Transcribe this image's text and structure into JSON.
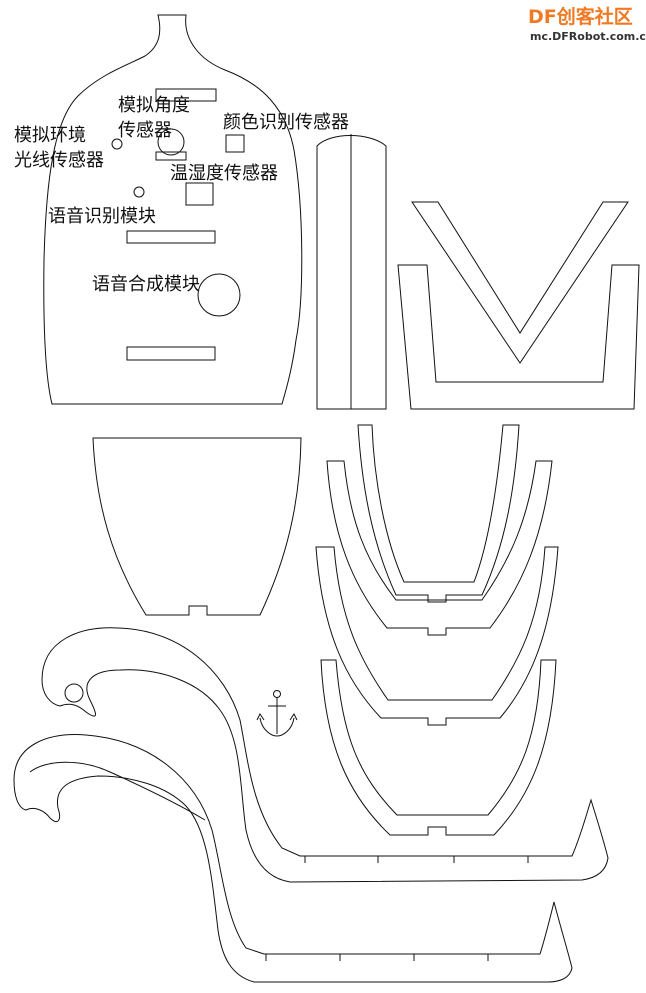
{
  "watermark": {
    "brand_df": "DF",
    "brand_cn": "创客社区",
    "url": "mc.DFRobot.com.cn"
  },
  "labels": {
    "angle_sensor_line1": "模拟角度",
    "angle_sensor_line2": "传感器",
    "ambient_light_line1": "模拟环境",
    "ambient_light_line2": "光线传感器",
    "color_sensor": "颜色识别传感器",
    "temp_humidity": "温湿度传感器",
    "voice_recognition": "语音识别模块",
    "speech_synthesis": "语音合成模块"
  },
  "colors": {
    "stroke": "#111111",
    "background": "#ffffff",
    "brand": "#f07a24"
  },
  "icons": [
    "anchor-icon"
  ]
}
